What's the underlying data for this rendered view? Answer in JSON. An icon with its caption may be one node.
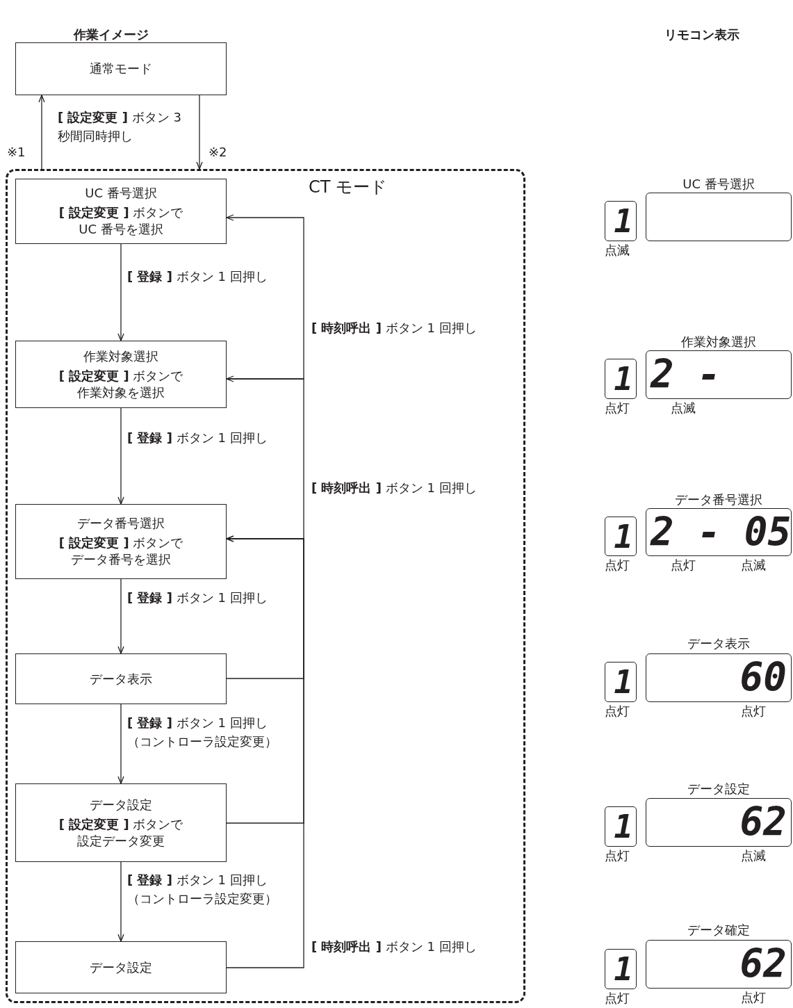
{
  "diagram": {
    "nodes": [
      {
        "text": [
          "通常モード"
        ]
      },
      {
        "text": [
          "CT モード"
        ]
      },
      {
        "text": [
          "UC 番号選択",
          "**[ 設定変更 ]** ボタンで UC 番号を選択"
        ],
        "in": 1
      },
      {
        "text": [
          "作業対象選択",
          "**[ 設定変更 ]** ボタンで作業対象を選択"
        ],
        "in": 1
      },
      {
        "text": [
          "データ番号選択",
          "**[ 設定変更 ]** ボタンでデータ番号を選択"
        ],
        "in": 1
      },
      {
        "text": [
          "データ表示"
        ],
        "in": 1
      },
      {
        "text": [
          "データ設定",
          "**[ 設定変更 ]** ボタンで設定データ変更"
        ],
        "in": 1
      },
      {
        "text": [
          "データ設定"
        ],
        "in": 1
      },
      {
        "text": [
          "1"
        ],
        "beside": [
          "点滅"
        ]
      },
      {
        "text": [
          "UC 番号選択"
        ]
      },
      {
        "text": [
          "1"
        ],
        "beside": [
          "点灯"
        ]
      },
      {
        "text": [
          "作業対象選択",
          "2 -"
        ],
        "beside": [
          "点滅"
        ]
      },
      {
        "text": [
          "1"
        ],
        "beside": [
          "点灯"
        ]
      },
      {
        "text": [
          "データ番号選択",
          "2 - 05"
        ],
        "beside": [
          "点灯",
          "点滅"
        ]
      },
      {
        "text": [
          "1"
        ],
        "beside": [
          "点灯"
        ]
      },
      {
        "text": [
          "データ表示",
          "60"
        ],
        "beside": [
          "点灯"
        ]
      },
      {
        "text": [
          "1"
        ],
        "beside": [
          "点灯"
        ]
      },
      {
        "text": [
          "データ設定",
          "62"
        ],
        "beside": [
          "点滅"
        ]
      },
      {
        "text": [
          "1"
        ],
        "beside": [
          "点灯"
        ]
      },
      {
        "text": [
          "データ確定",
          "62"
        ],
        "beside": [
          "点灯"
        ]
      }
    ],
    "edges": [
      {
        "from": 1,
        "to": 0,
        "arrow": "to"
      },
      {
        "from": 0,
        "to": 1,
        "arrow": "to",
        "label": "**[ 設定変更 ]** ボタン 3 秒間同時押し"
      },
      {
        "from": 2,
        "to": 3,
        "arrow": "to",
        "label": "**[ 登録 ]** ボタン 1 回押し"
      },
      {
        "from": 3,
        "to": 4,
        "arrow": "to",
        "label": "**[ 登録 ]** ボタン 1 回押し"
      },
      {
        "from": 4,
        "to": 5,
        "arrow": "to",
        "label": "**[ 登録 ]** ボタン 1 回押し"
      },
      {
        "from": 5,
        "to": 6,
        "arrow": "to",
        "label": "**[ 登録 ]** ボタン 1 回押し（コントローラ設定変更）"
      },
      {
        "from": 6,
        "to": 7,
        "arrow": "to",
        "label": "**[ 登録 ]** ボタン 1 回押し（コントローラ設定変更）"
      },
      {
        "from": 3,
        "to": 2,
        "arrow": "to",
        "label": "**[ 時刻呼出 ]** ボタン 1 回押し"
      },
      {
        "from": 4,
        "to": 3,
        "arrow": "to",
        "label": "**[ 時刻呼出 ]** ボタン 1 回押し"
      },
      {
        "from": 5,
        "to": 4,
        "arrow": "to"
      },
      {
        "from": 6,
        "to": 4,
        "arrow": "to"
      },
      {
        "from": 7,
        "to": 4,
        "arrow": "to",
        "label": "**[ 時刻呼出 ]** ボタン 1 回押し"
      }
    ],
    "labels": [
      "作業イメージ",
      "リモコン表示",
      "※1",
      "※2"
    ]
  }
}
